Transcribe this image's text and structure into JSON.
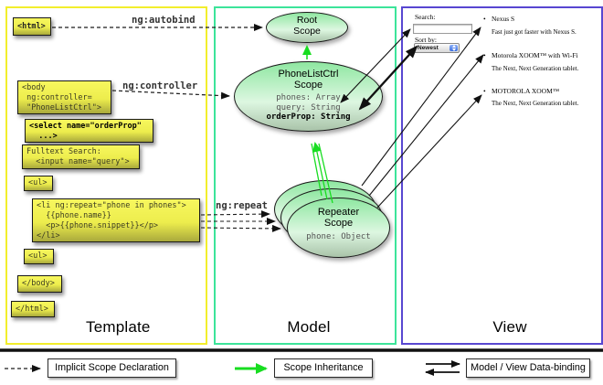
{
  "diagram": {
    "template": {
      "label": "Template",
      "boxes": {
        "html_open": "<html>",
        "body_open": "<body\n ng:controller=\n \"PhoneListCtrl\">",
        "select": "<select name=\"orderProp\"\n  ...>",
        "fulltext": "Fulltext Search:\n  <input name=\"query\">",
        "ul_open": "<ul>",
        "li_repeat": "<li ng:repeat=\"phone in phones\">\n  {{phone.name}}\n  <p>{{phone.snippet}}</p>\n</li>",
        "ul_close": "<ul>",
        "body_close": "</body>",
        "html_close": "</html>"
      }
    },
    "model": {
      "label": "Model",
      "root_scope": {
        "title": "Root\nScope"
      },
      "phonelist_scope": {
        "title": "PhoneListCtrl\nScope",
        "prop_phones": "phones: Array",
        "prop_query": "query: String",
        "prop_orderprop": "orderProp: String"
      },
      "repeater_scope": {
        "title": "Repeater\nScope",
        "prop_phone": "phone: Object"
      }
    },
    "view": {
      "label": "View",
      "search_label": "Search:",
      "sort_label": "Sort by:",
      "sort_value": "Newest",
      "bullet": "•",
      "items": [
        {
          "title": "Nexus S",
          "desc": "Fast just got faster with Nexus S."
        },
        {
          "title": "Motorola XOOM™ with Wi-Fi",
          "desc": "The Next, Next Generation tablet."
        },
        {
          "title": "MOTOROLA XOOM™",
          "desc": "The Next, Next Generation tablet."
        }
      ]
    },
    "arrow_labels": {
      "autobind": "ng:autobind",
      "controller": "ng:controller",
      "repeat": "ng:repeat"
    },
    "legend": {
      "implicit": "Implicit Scope Declaration",
      "inheritance": "Scope Inheritance",
      "databinding": "Model / View Data-binding"
    },
    "colors": {
      "template_border": "#f2ee2c",
      "model_border": "#3ce49a",
      "view_border": "#5847d1",
      "box_yellow": "#f2f050",
      "scope_green": "#9ce9ac",
      "inheritance_green": "#17dd20"
    }
  }
}
